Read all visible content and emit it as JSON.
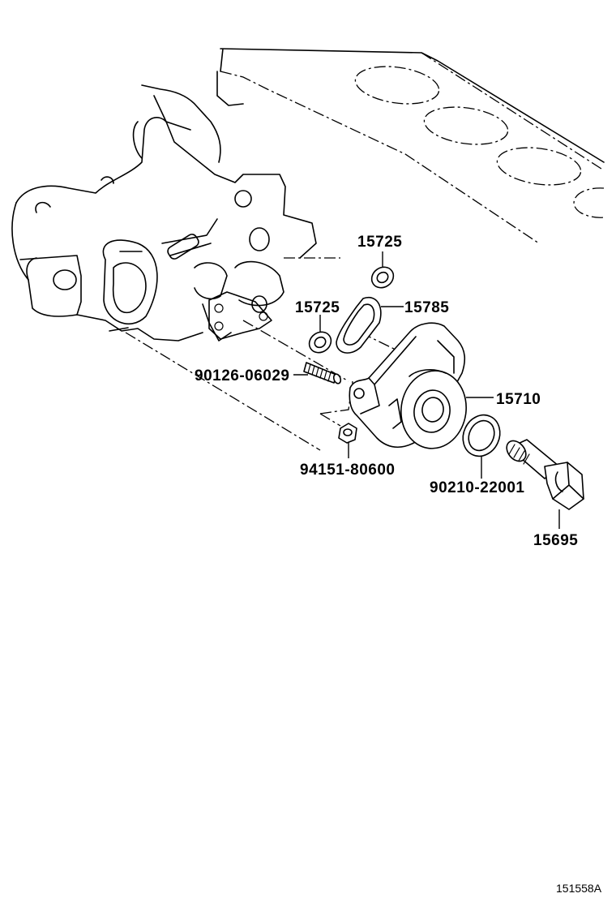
{
  "labels": {
    "seal_upper": "15725",
    "seal_lower": "15725",
    "gasket": "15785",
    "stud": "90126-06029",
    "cover": "15710",
    "nut": "94151-80600",
    "o_ring": "90210-22001",
    "union_bolt": "15695"
  },
  "diagram_code": "151558A"
}
